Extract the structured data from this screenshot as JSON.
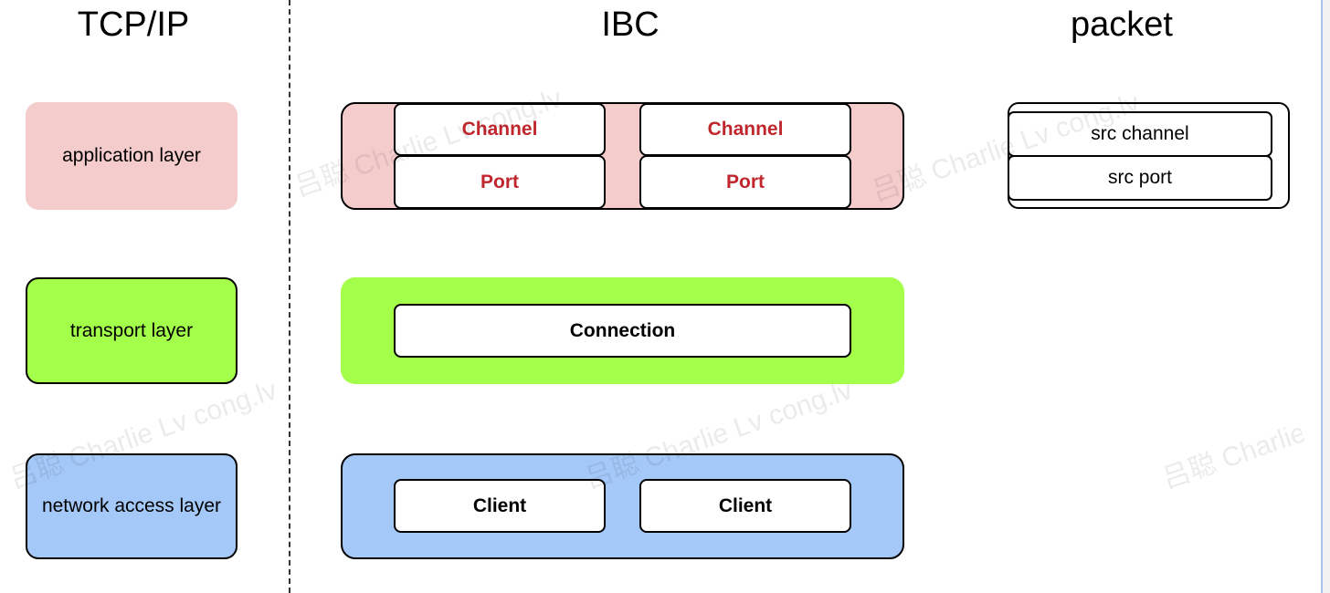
{
  "columns": {
    "tcpip_title": "TCP/IP",
    "ibc_title": "IBC",
    "packet_title": "packet"
  },
  "tcpip": {
    "application": "application layer",
    "transport": "transport layer",
    "network": "network access layer"
  },
  "ibc": {
    "app_group": {
      "left_channel": "Channel",
      "left_port": "Port",
      "right_channel": "Channel",
      "right_port": "Port"
    },
    "transport_group": {
      "connection": "Connection"
    },
    "network_group": {
      "left_client": "Client",
      "right_client": "Client"
    }
  },
  "packet": {
    "src_channel": "src channel",
    "src_port": "src port"
  },
  "watermark": {
    "text": "吕聪 Charlie Lv cong.lv"
  },
  "colors": {
    "application": "#f4cccc",
    "transport": "#a3ff4a",
    "network": "#a4c8f8",
    "label_red": "#c0272d"
  }
}
